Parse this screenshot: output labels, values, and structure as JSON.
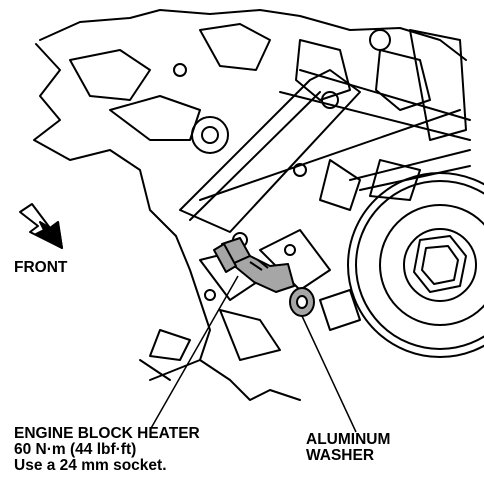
{
  "labels": {
    "front": "FRONT",
    "heater": {
      "name": "ENGINE BLOCK HEATER",
      "torque": "60 N·m (44 lbf·ft)",
      "note": "Use a 24 mm socket."
    },
    "washer": {
      "line1": "ALUMINUM",
      "line2": "WASHER"
    }
  },
  "colors": {
    "ink": "#000000",
    "paper": "#ffffff",
    "highlight": "#a6a6a6"
  },
  "icons": [
    "front-arrow-icon"
  ]
}
